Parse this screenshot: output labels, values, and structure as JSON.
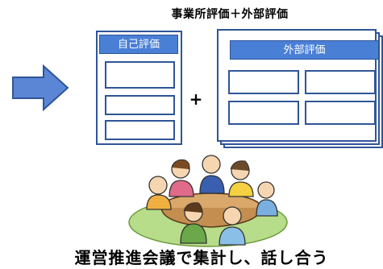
{
  "title": "事業所評価＋外部評価",
  "self_evaluation": {
    "header": "自己評価"
  },
  "plus_sign": "+",
  "external_evaluation": {
    "header": "外部評価"
  },
  "caption": "運営推進会議で集計し、話し合う",
  "colors": {
    "accent_blue": "#4a7fd6",
    "border_blue": "#2f5597",
    "arrow_blue": "#5b86d6"
  },
  "icons": {
    "arrow": "right-arrow-icon",
    "meeting": "meeting-illustration"
  }
}
